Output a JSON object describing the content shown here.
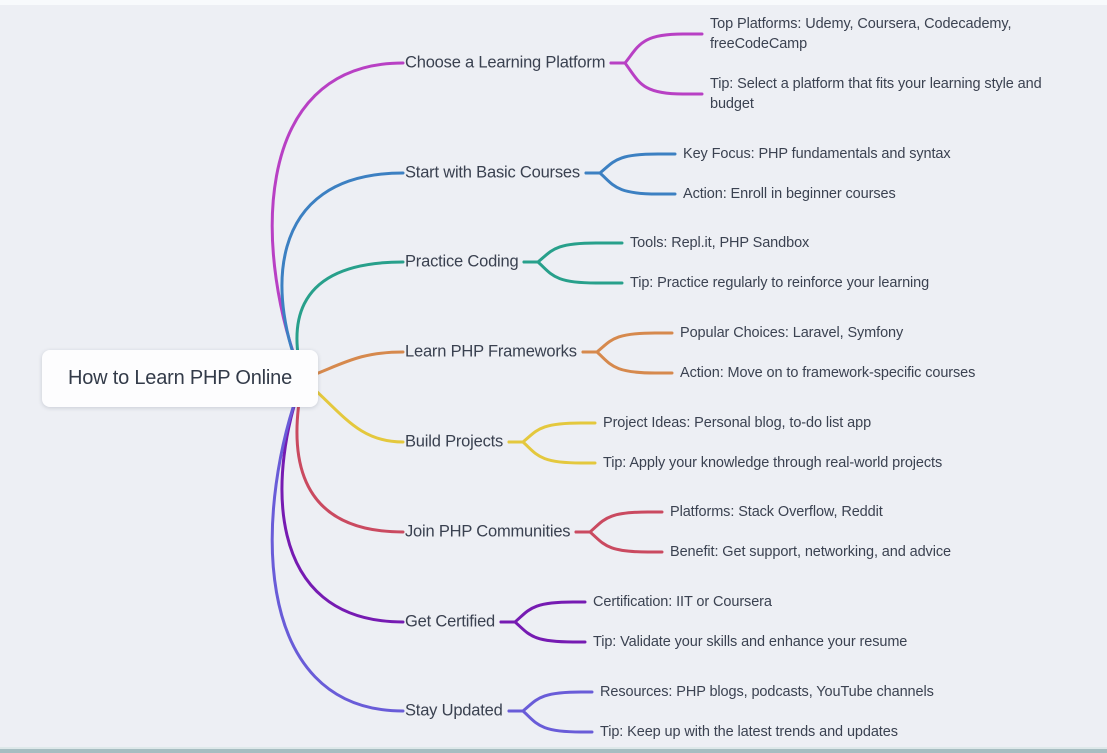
{
  "root": {
    "label": "How to Learn PHP Online"
  },
  "branches": [
    {
      "label": "Choose a Learning Platform",
      "color": "#b840c4",
      "children": [
        "Top Platforms: Udemy, Coursera, Codecademy, freeCodeCamp",
        "Tip: Select a platform that fits your learning style and budget"
      ]
    },
    {
      "label": "Start with Basic Courses",
      "color": "#3c80c2",
      "children": [
        "Key Focus: PHP fundamentals and syntax",
        "Action: Enroll in beginner courses"
      ]
    },
    {
      "label": "Practice Coding",
      "color": "#28a08b",
      "children": [
        "Tools: Repl.it, PHP Sandbox",
        "Tip: Practice regularly to reinforce your learning"
      ]
    },
    {
      "label": "Learn PHP Frameworks",
      "color": "#d6894d",
      "children": [
        "Popular Choices: Laravel, Symfony",
        "Action: Move on to framework-specific courses"
      ]
    },
    {
      "label": "Build Projects",
      "color": "#e4c83d",
      "children": [
        "Project Ideas: Personal blog, to-do list app",
        "Tip: Apply your knowledge through real-world projects"
      ]
    },
    {
      "label": "Join PHP Communities",
      "color": "#ca4a60",
      "children": [
        "Platforms: Stack Overflow, Reddit",
        "Benefit: Get support, networking, and advice"
      ]
    },
    {
      "label": "Get Certified",
      "color": "#761bb2",
      "children": [
        "Certification: IIT or Coursera",
        "Tip: Validate your skills and enhance your resume"
      ]
    },
    {
      "label": "Stay Updated",
      "color": "#695cd8",
      "children": [
        "Resources: PHP blogs, podcasts, YouTube channels",
        "Tip: Keep up with the latest trends and updates"
      ]
    }
  ],
  "colors": {
    "background": "#edeff4",
    "node_background": "#fdfdfe",
    "text": "#3a4150",
    "bottom_bar": "#a6bdc1"
  }
}
